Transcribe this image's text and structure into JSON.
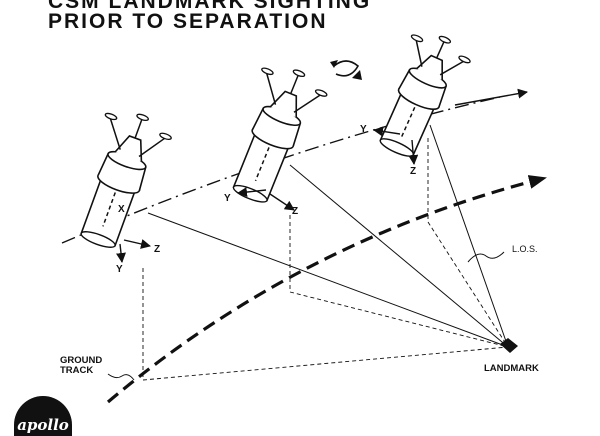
{
  "title": {
    "line1": "CSM LANDMARK SIGHTING",
    "line2": "PRIOR TO SEPARATION"
  },
  "labels": {
    "ground_track": "GROUND\nTRACK",
    "landmark": "LANDMARK",
    "los": "L.O.S."
  },
  "spacecraft": [
    {
      "x": "X",
      "y": "Y",
      "z": "Z"
    },
    {
      "y": "Y",
      "z": "Z"
    },
    {
      "y": "Y",
      "z": "Z"
    }
  ],
  "logo": {
    "text": "apollo"
  }
}
